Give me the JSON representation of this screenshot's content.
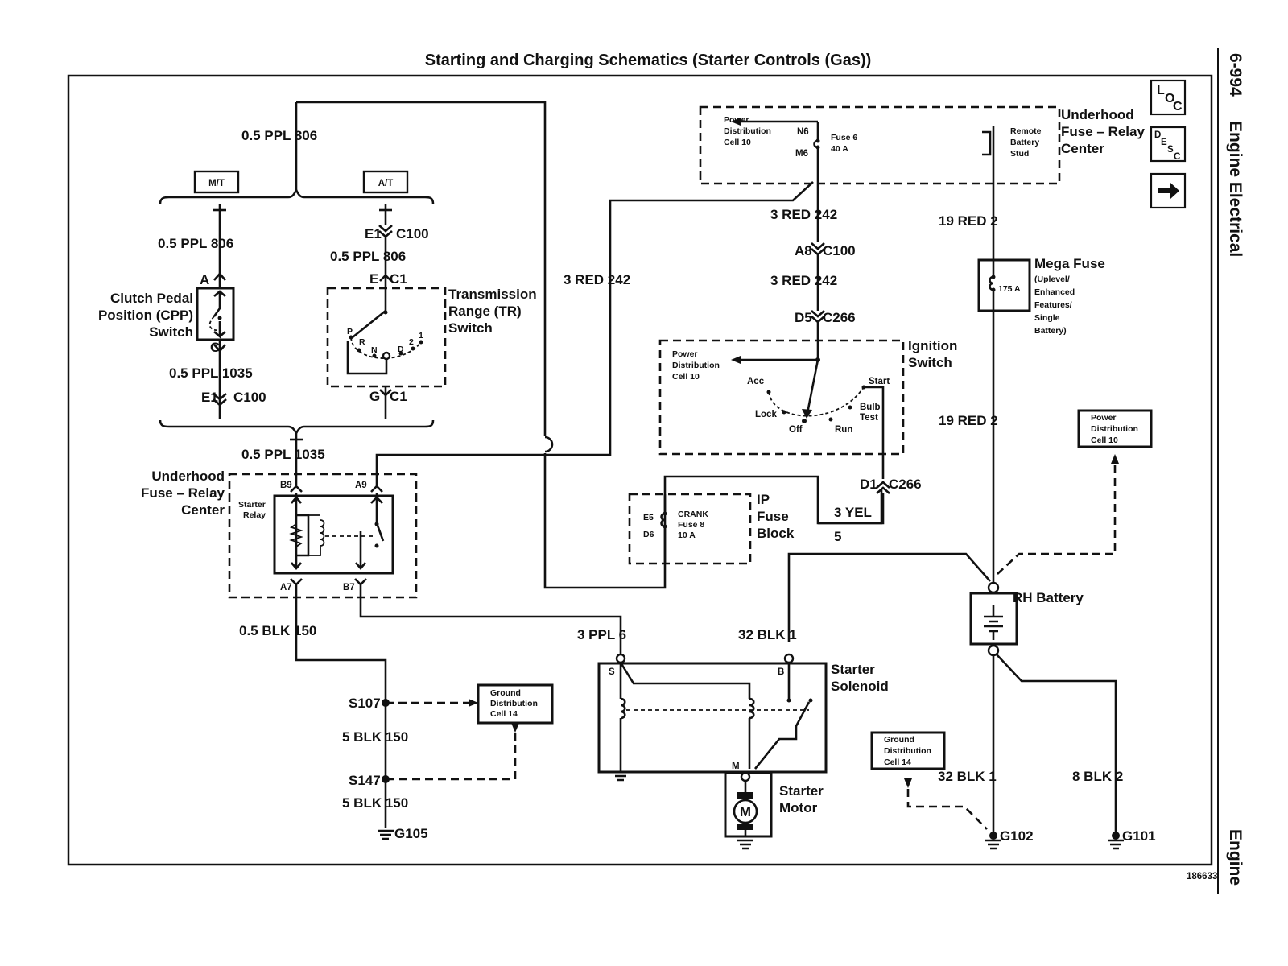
{
  "title": "Starting and Charging Schematics (Starter Controls (Gas))",
  "side": {
    "page": "6-994",
    "section": "Engine Electrical",
    "footer": "Engine"
  },
  "figure_number": "186633",
  "buttons": {
    "loc": [
      "L",
      "O",
      "C"
    ],
    "desc": [
      "D",
      "E",
      "S",
      "C"
    ]
  },
  "options": {
    "mt": "M/T",
    "at": "A/T"
  },
  "wires": {
    "w806_top": "0.5 PPL  806",
    "w806_mt": "0.5 PPL  806",
    "w806_at": "0.5 PPL  806",
    "w1035": "0.5 PPL  1035",
    "w1035_b": "0.5 PPL  1035",
    "w242_left": "3 RED  242",
    "w242_a": "3 RED  242",
    "w242_b": "3 RED  242",
    "w2_a": "19 RED  2",
    "w2_b": "19 RED  2",
    "w3yel": "3 YEL",
    "w3yel_num": "5",
    "w150_a": "0.5 BLK  150",
    "w150_b": "5 BLK  150",
    "w150_c": "5 BLK  150",
    "w6": "3 PPL  6",
    "w32_a": "32 BLK  1",
    "w32_b": "32 BLK  1",
    "w8": "8 BLK  2"
  },
  "connectors": {
    "e1c100_top": "E1",
    "c100_top": "C100",
    "e_c1": "E",
    "c1_top": "C1",
    "cpp_a": "A",
    "cpp_c": "C",
    "e1c100_bot": "E1",
    "c100_bot": "C100",
    "g_c1": "G",
    "c1_bot": "C1",
    "a8": "A8",
    "c100_r": "C100",
    "d5": "D5",
    "c266_a": "C266",
    "d1": "D1",
    "c266_b": "C266",
    "b9": "B9",
    "a9": "A9",
    "a7": "A7",
    "b7": "B7",
    "n6": "N6",
    "m6": "M6",
    "e5": "E5",
    "d6": "D6"
  },
  "components": {
    "cpp": [
      "Clutch Pedal",
      "Position (CPP)",
      "Switch"
    ],
    "tr": [
      "Transmission",
      "Range (TR)",
      "Switch"
    ],
    "tr_positions": [
      "P",
      "R",
      "N",
      "D",
      "2",
      "1"
    ],
    "ufrc_left": [
      "Underhood",
      "Fuse – Relay",
      "Center"
    ],
    "starter_relay": [
      "Starter",
      "Relay"
    ],
    "ufrc_top": [
      "Underhood",
      "Fuse – Relay",
      "Center"
    ],
    "pdc_top": [
      "Power",
      "Distribution",
      "Cell 10"
    ],
    "fuse6": [
      "Fuse 6",
      "40 A"
    ],
    "remote_stud": [
      "Remote",
      "Battery",
      "Stud"
    ],
    "mega_fuse": "Mega Fuse",
    "mega_fuse_notes": [
      "(Uplevel/",
      "Enhanced",
      "Features/",
      "Single",
      "Battery)"
    ],
    "mega_fuse_rating": "175 A",
    "ignition": [
      "Ignition",
      "Switch"
    ],
    "pdc_ign": [
      "Power",
      "Distribution",
      "Cell 10"
    ],
    "ign_positions": {
      "acc": "Acc",
      "lock": "Lock",
      "off": "Off",
      "run": "Run",
      "start": "Start",
      "bulb": [
        "Bulb",
        "Test"
      ]
    },
    "ip_fuse": [
      "IP",
      "Fuse",
      "Block"
    ],
    "crank_fuse": [
      "CRANK",
      "Fuse 8",
      "10 A"
    ],
    "pdc_right": [
      "Power",
      "Distribution",
      "Cell 10"
    ],
    "battery": "RH Battery",
    "solenoid": [
      "Starter",
      "Solenoid"
    ],
    "solenoid_s": "S",
    "solenoid_b": "B",
    "solenoid_m": "M",
    "motor": [
      "Starter",
      "Motor"
    ],
    "motor_symbol": "M",
    "gdc_a": [
      "Ground",
      "Distribution",
      "Cell 14"
    ],
    "gdc_b": [
      "Ground",
      "Distribution",
      "Cell 14"
    ]
  },
  "splices": {
    "s107": "S107",
    "s147": "S147"
  },
  "grounds": {
    "g105": "G105",
    "g102": "G102",
    "g101": "G101"
  }
}
